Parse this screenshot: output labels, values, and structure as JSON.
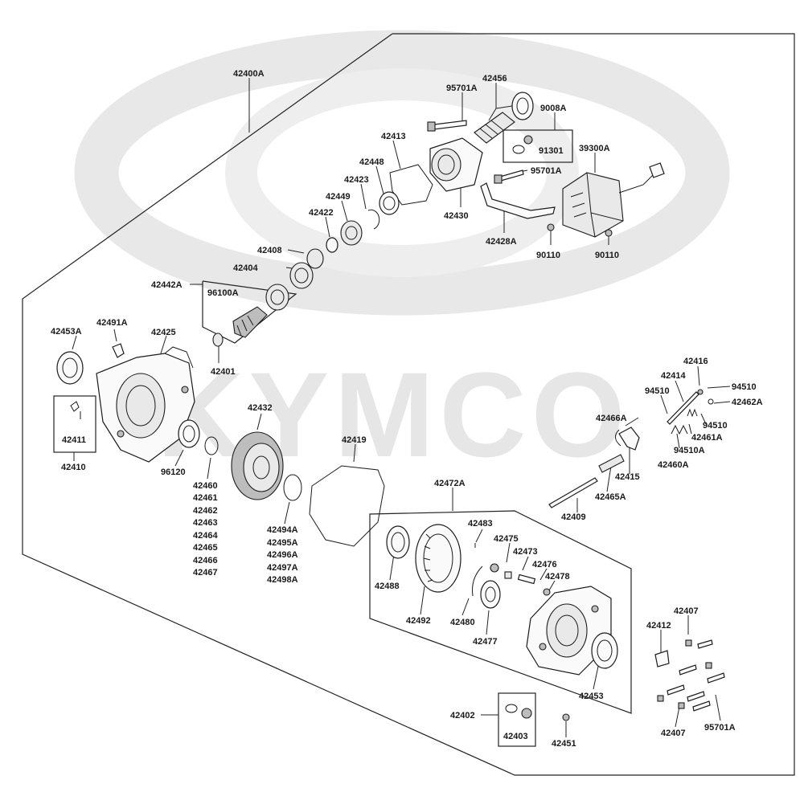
{
  "watermark": {
    "text": "KYMCO"
  },
  "labels": {
    "l42400A": "42400A",
    "l95701A_top": "95701A",
    "l42456": "42456",
    "l9008A": "9008A",
    "l91301": "91301",
    "l39300A": "39300A",
    "l42413": "42413",
    "l42448": "42448",
    "l42423": "42423",
    "l42449": "42449",
    "l42422": "42422",
    "l95701A_mid": "95701A",
    "l42430": "42430",
    "l42428A": "42428A",
    "l90110_a": "90110",
    "l90110_b": "90110",
    "l42408": "42408",
    "l42404": "42404",
    "l42442A": "42442A",
    "l96100A": "96100A",
    "l42453A": "42453A",
    "l42491A": "42491A",
    "l42425": "42425",
    "l42401": "42401",
    "l42411": "42411",
    "l42410": "42410",
    "l96120": "96120",
    "l42432": "42432",
    "l42419": "42419",
    "l42460": "42460",
    "l42461": "42461",
    "l42462": "42462",
    "l42463": "42463",
    "l42464": "42464",
    "l42465": "42465",
    "l42466": "42466",
    "l42467": "42467",
    "l42494A": "42494A",
    "l42495A": "42495A",
    "l42496A": "42496A",
    "l42497A": "42497A",
    "l42498A": "42498A",
    "l42416": "42416",
    "l42414": "42414",
    "l94510_a": "94510",
    "l94510_b": "94510",
    "l42462A": "42462A",
    "l42466A": "42466A",
    "l94510_c": "94510",
    "l42461A": "42461A",
    "l94510A": "94510A",
    "l42460A": "42460A",
    "l42415": "42415",
    "l42465A": "42465A",
    "l42409": "42409",
    "l42472A": "42472A",
    "l42483": "42483",
    "l42475": "42475",
    "l42473": "42473",
    "l42476": "42476",
    "l42478": "42478",
    "l42488": "42488",
    "l42492": "42492",
    "l42480": "42480",
    "l42477": "42477",
    "l42453": "42453",
    "l42407_top": "42407",
    "l42412": "42412",
    "l42407_bot": "42407",
    "l95701A_bot": "95701A",
    "l42402": "42402",
    "l42403": "42403",
    "l42451": "42451"
  }
}
